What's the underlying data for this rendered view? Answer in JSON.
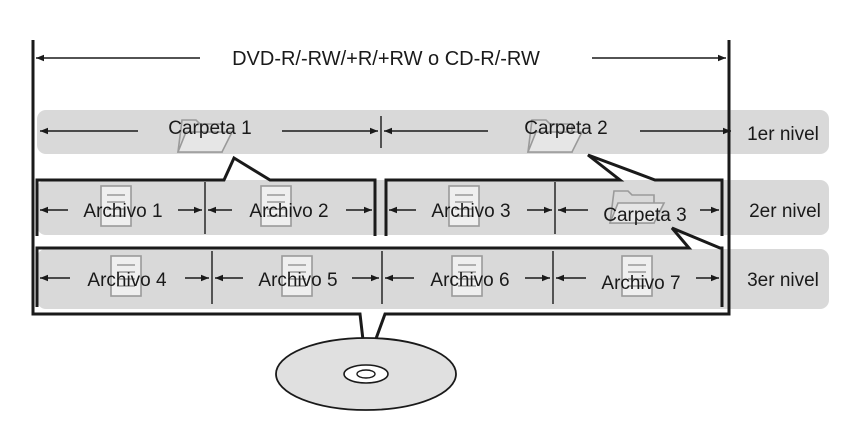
{
  "title": "DVD-R/-RW/+R/+RW o CD-R/-RW",
  "levels": [
    "1er nivel",
    "2er nivel",
    "3er nivel"
  ],
  "folders": [
    "Carpeta 1",
    "Carpeta 2",
    "Carpeta 3"
  ],
  "files": [
    "Archivo 1",
    "Archivo 2",
    "Archivo 3",
    "Archivo 4",
    "Archivo 5",
    "Archivo 6",
    "Archivo 7"
  ],
  "icons": {
    "folder": "folder-icon",
    "file": "document-icon",
    "disc": "disc-icon"
  },
  "colors": {
    "band": "#d9d9d9",
    "line": "#1a1a1a",
    "icon": "#9a9a9a",
    "disc": "#e0e0e0"
  }
}
